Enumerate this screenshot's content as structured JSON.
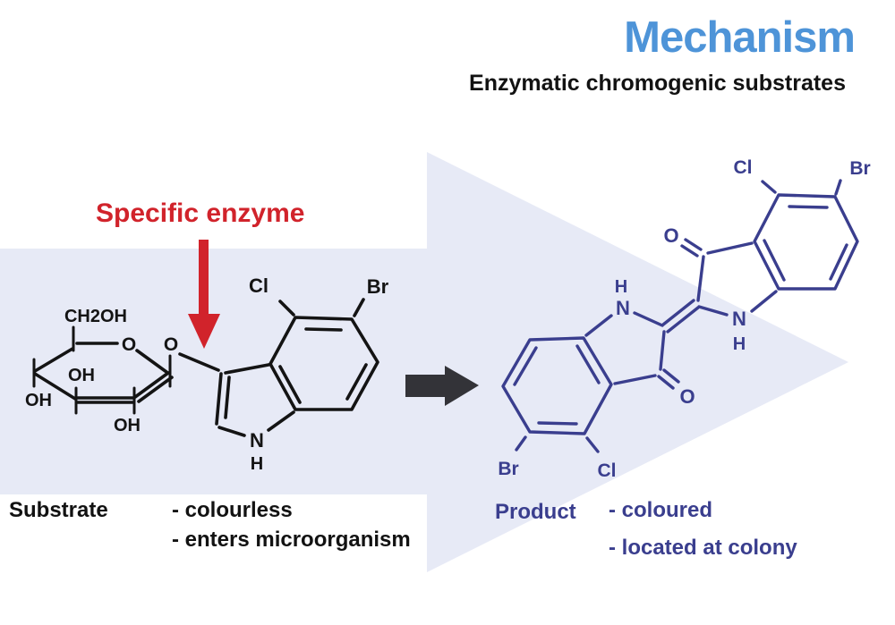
{
  "header": {
    "title": "Mechanism",
    "subtitle": "Enzymatic chromogenic substrates"
  },
  "enzyme_label": "Specific enzyme",
  "substrate": {
    "name": "Substrate",
    "properties": [
      "- colourless",
      "- enters microorganism"
    ],
    "atom_labels": {
      "ch2oh": "CH2OH",
      "o_ring": "O",
      "o_glycosidic": "O",
      "oh_inner": "OH",
      "oh_left": "OH",
      "oh_bottom": "OH",
      "cl": "Cl",
      "br": "Br",
      "n": "N",
      "h": "H"
    }
  },
  "product": {
    "name": "Product",
    "properties": [
      "- coloured",
      "- located at colony"
    ],
    "atom_labels": {
      "cl_top": "Cl",
      "br_top": "Br",
      "o_top": "O",
      "h_left": "H",
      "n_left": "N",
      "n_right": "N",
      "h_right": "H",
      "o_bottom": "O",
      "br_bottom": "Br",
      "cl_bottom": "Cl"
    }
  },
  "colors": {
    "accent_blue": "#4e94d8",
    "enzyme_red": "#d1232b",
    "product_indigo": "#3a3e8e",
    "structure_black": "#141414",
    "panel_lavender": "#e7eaf6",
    "arrow_dark": "#333338"
  }
}
